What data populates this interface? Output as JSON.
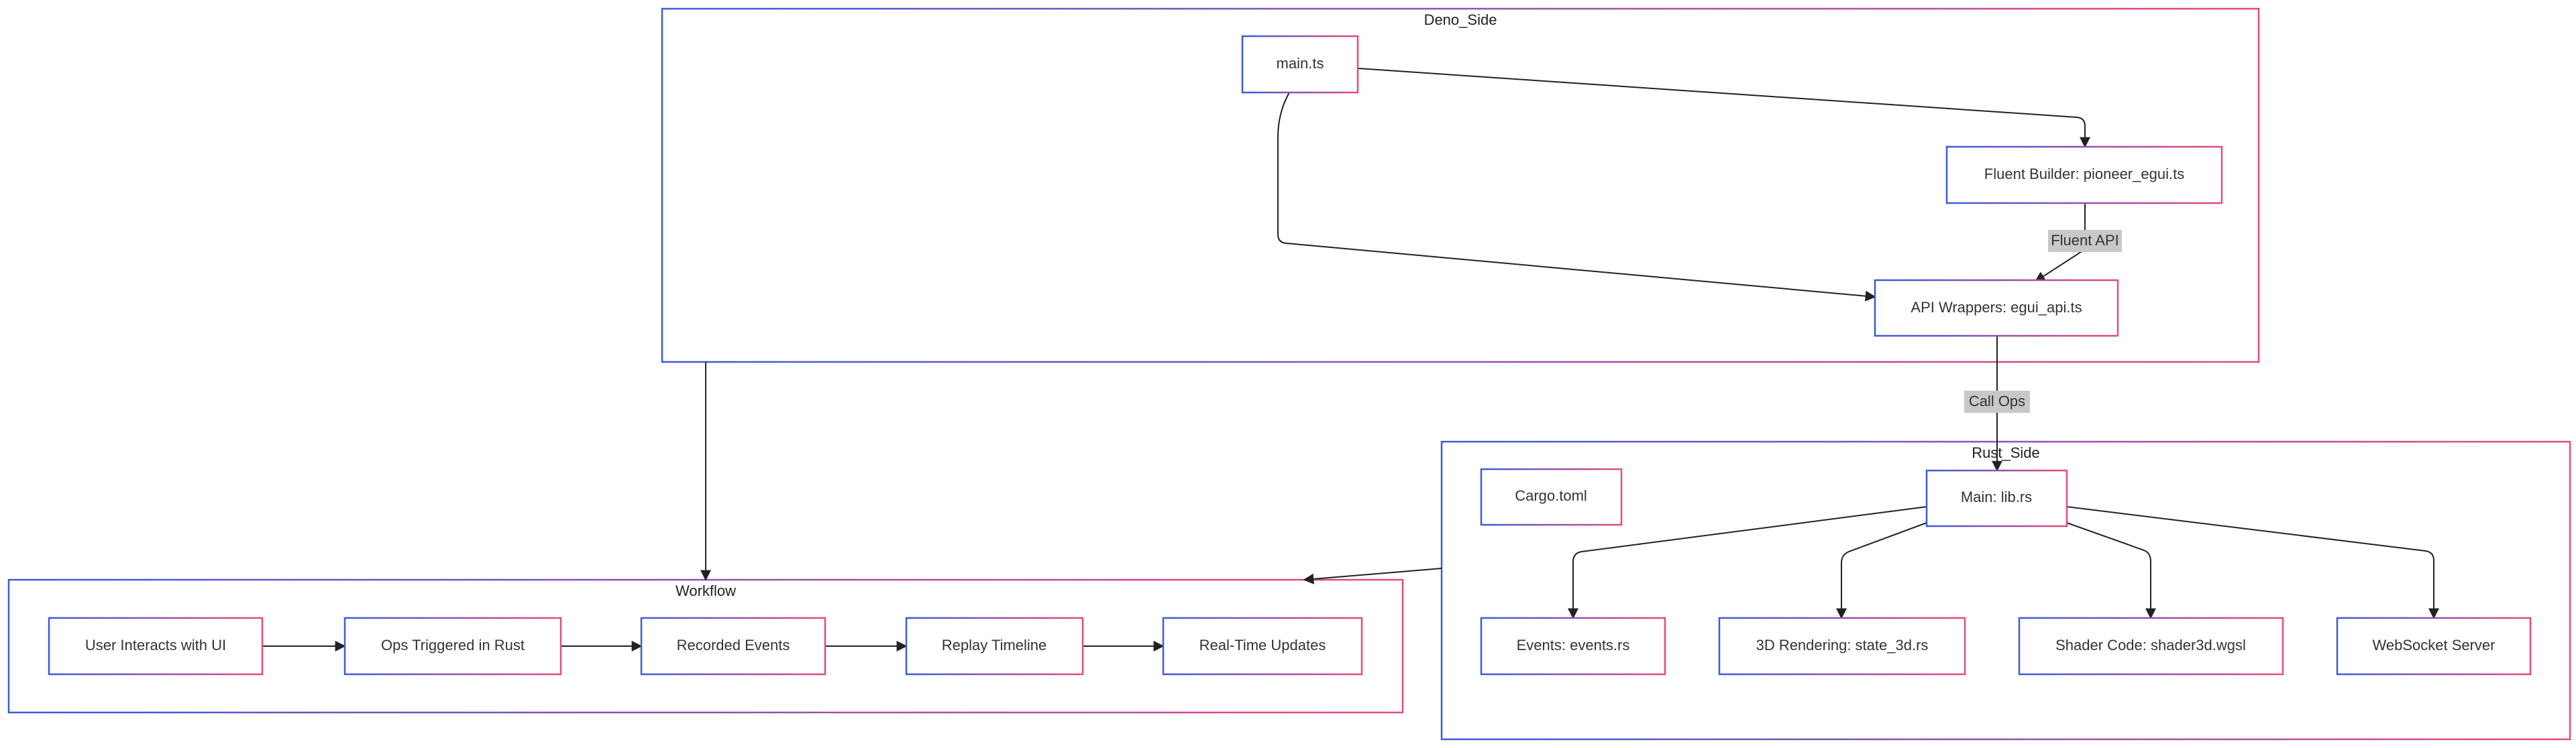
{
  "clusters": {
    "deno": "Deno_Side",
    "rust": "Rust_Side",
    "workflow": "Workflow"
  },
  "nodes": {
    "main_ts": "main.ts",
    "fluent_builder": "Fluent Builder: pioneer_egui.ts",
    "api_wrappers": "API Wrappers: egui_api.ts",
    "cargo": "Cargo.toml",
    "main_lib": "Main: lib.rs",
    "events": "Events: events.rs",
    "rendering": "3D Rendering: state_3d.rs",
    "shader": "Shader Code: shader3d.wgsl",
    "websocket": "WebSocket Server",
    "user_interacts": "User Interacts with UI",
    "ops_triggered": "Ops Triggered in Rust",
    "recorded_events": "Recorded Events",
    "replay_timeline": "Replay Timeline",
    "realtime_updates": "Real-Time Updates"
  },
  "edge_labels": {
    "fluent_api": "Fluent API",
    "call_ops": "Call Ops"
  },
  "colors": {
    "gradient_start": "#3b5bdb",
    "gradient_end": "#e64980",
    "edge": "#222222",
    "edge_label_bg": "#c8c8c8"
  }
}
